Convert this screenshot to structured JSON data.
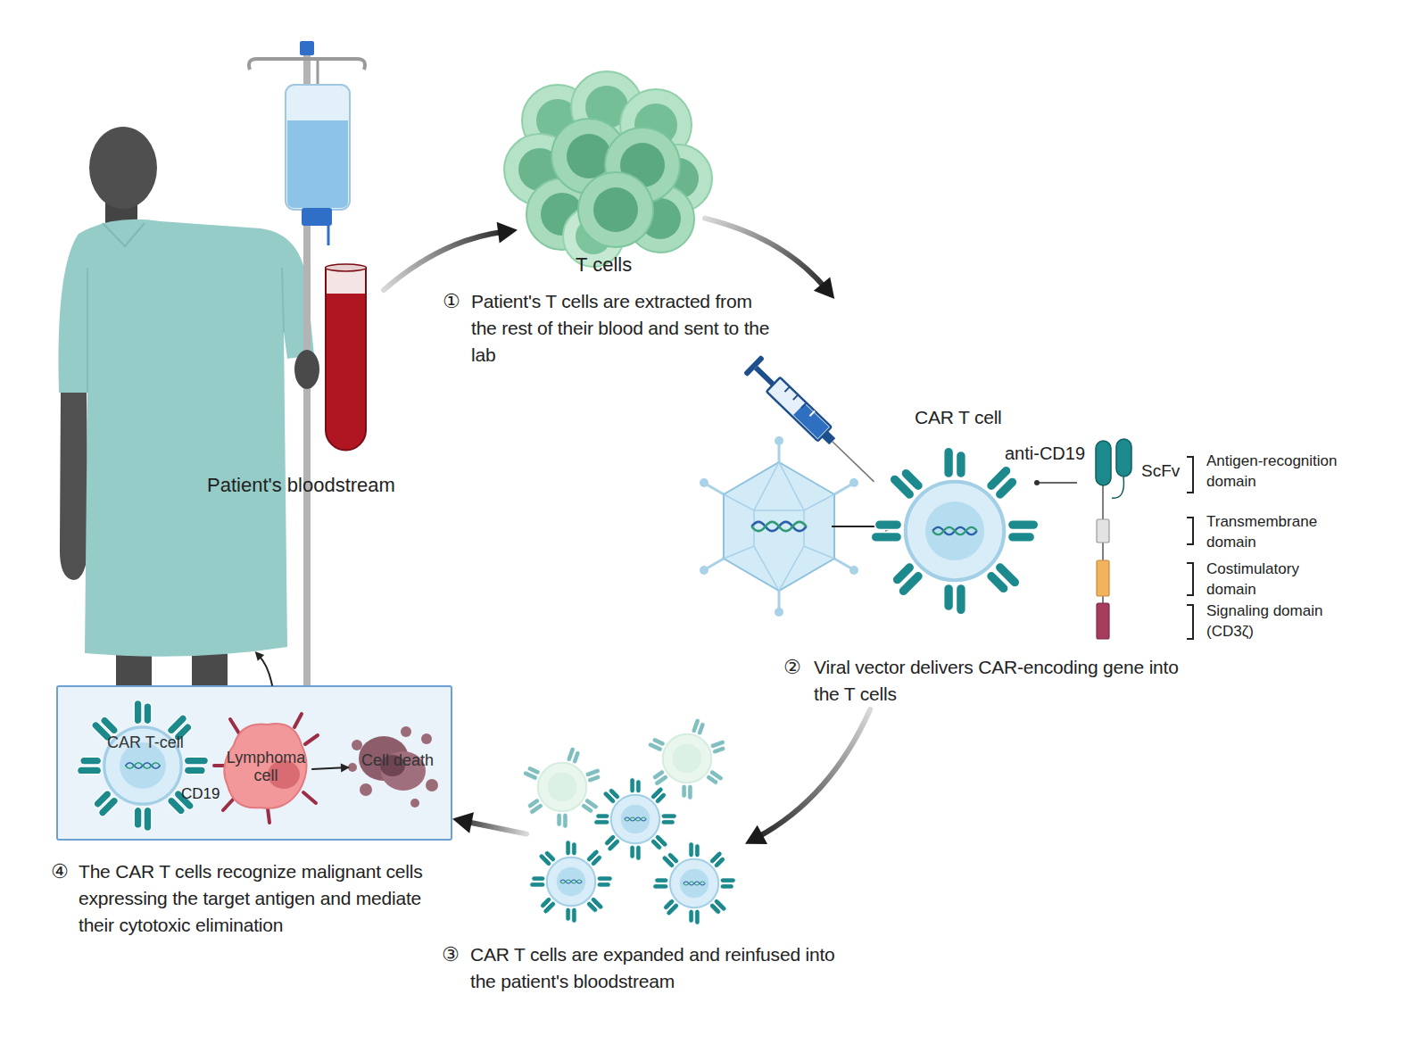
{
  "diagram": {
    "nodes": [
      {
        "text": [
          "Patient's bloodstream"
        ]
      },
      {
        "text": [
          "T cells",
          "①",
          "Patient's T cells are extracted from the rest of their blood and sent to the lab"
        ]
      },
      {
        "text": [
          "CAR T cell",
          "②",
          "Viral vector delivers CAR-encoding gene into the T cells"
        ]
      },
      {
        "text": [
          "③",
          "CAR T cells are expanded and reinfused into the patient's bloodstream"
        ]
      },
      {
        "text": [
          "④",
          "The CAR T cells recognize malignant cells expressing the target antigen and mediate their cytotoxic elimination"
        ]
      },
      {
        "text": [
          "CAR T-cell"
        ],
        "in": 4
      },
      {
        "text": [
          "Lymphoma cell"
        ],
        "in": 4
      },
      {
        "text": [
          "Cell death"
        ],
        "in": 4
      }
    ],
    "edges": [
      {
        "from": 0,
        "to": 1,
        "arrow": "to"
      },
      {
        "from": 1,
        "to": 2,
        "arrow": "to"
      },
      {
        "from": 2,
        "to": 3,
        "arrow": "to"
      },
      {
        "from": 3,
        "to": 4,
        "arrow": "to"
      },
      {
        "from": 4,
        "to": 0,
        "arrow": "to"
      },
      {
        "from": 6,
        "to": 7,
        "arrow": "to"
      }
    ],
    "labels": [
      "anti-CD19",
      "ScFv",
      "Antigen-recognition domain",
      "Transmembrane domain",
      "Costimulatory domain",
      "Signaling domain (CD3ζ)",
      "CD19"
    ]
  }
}
